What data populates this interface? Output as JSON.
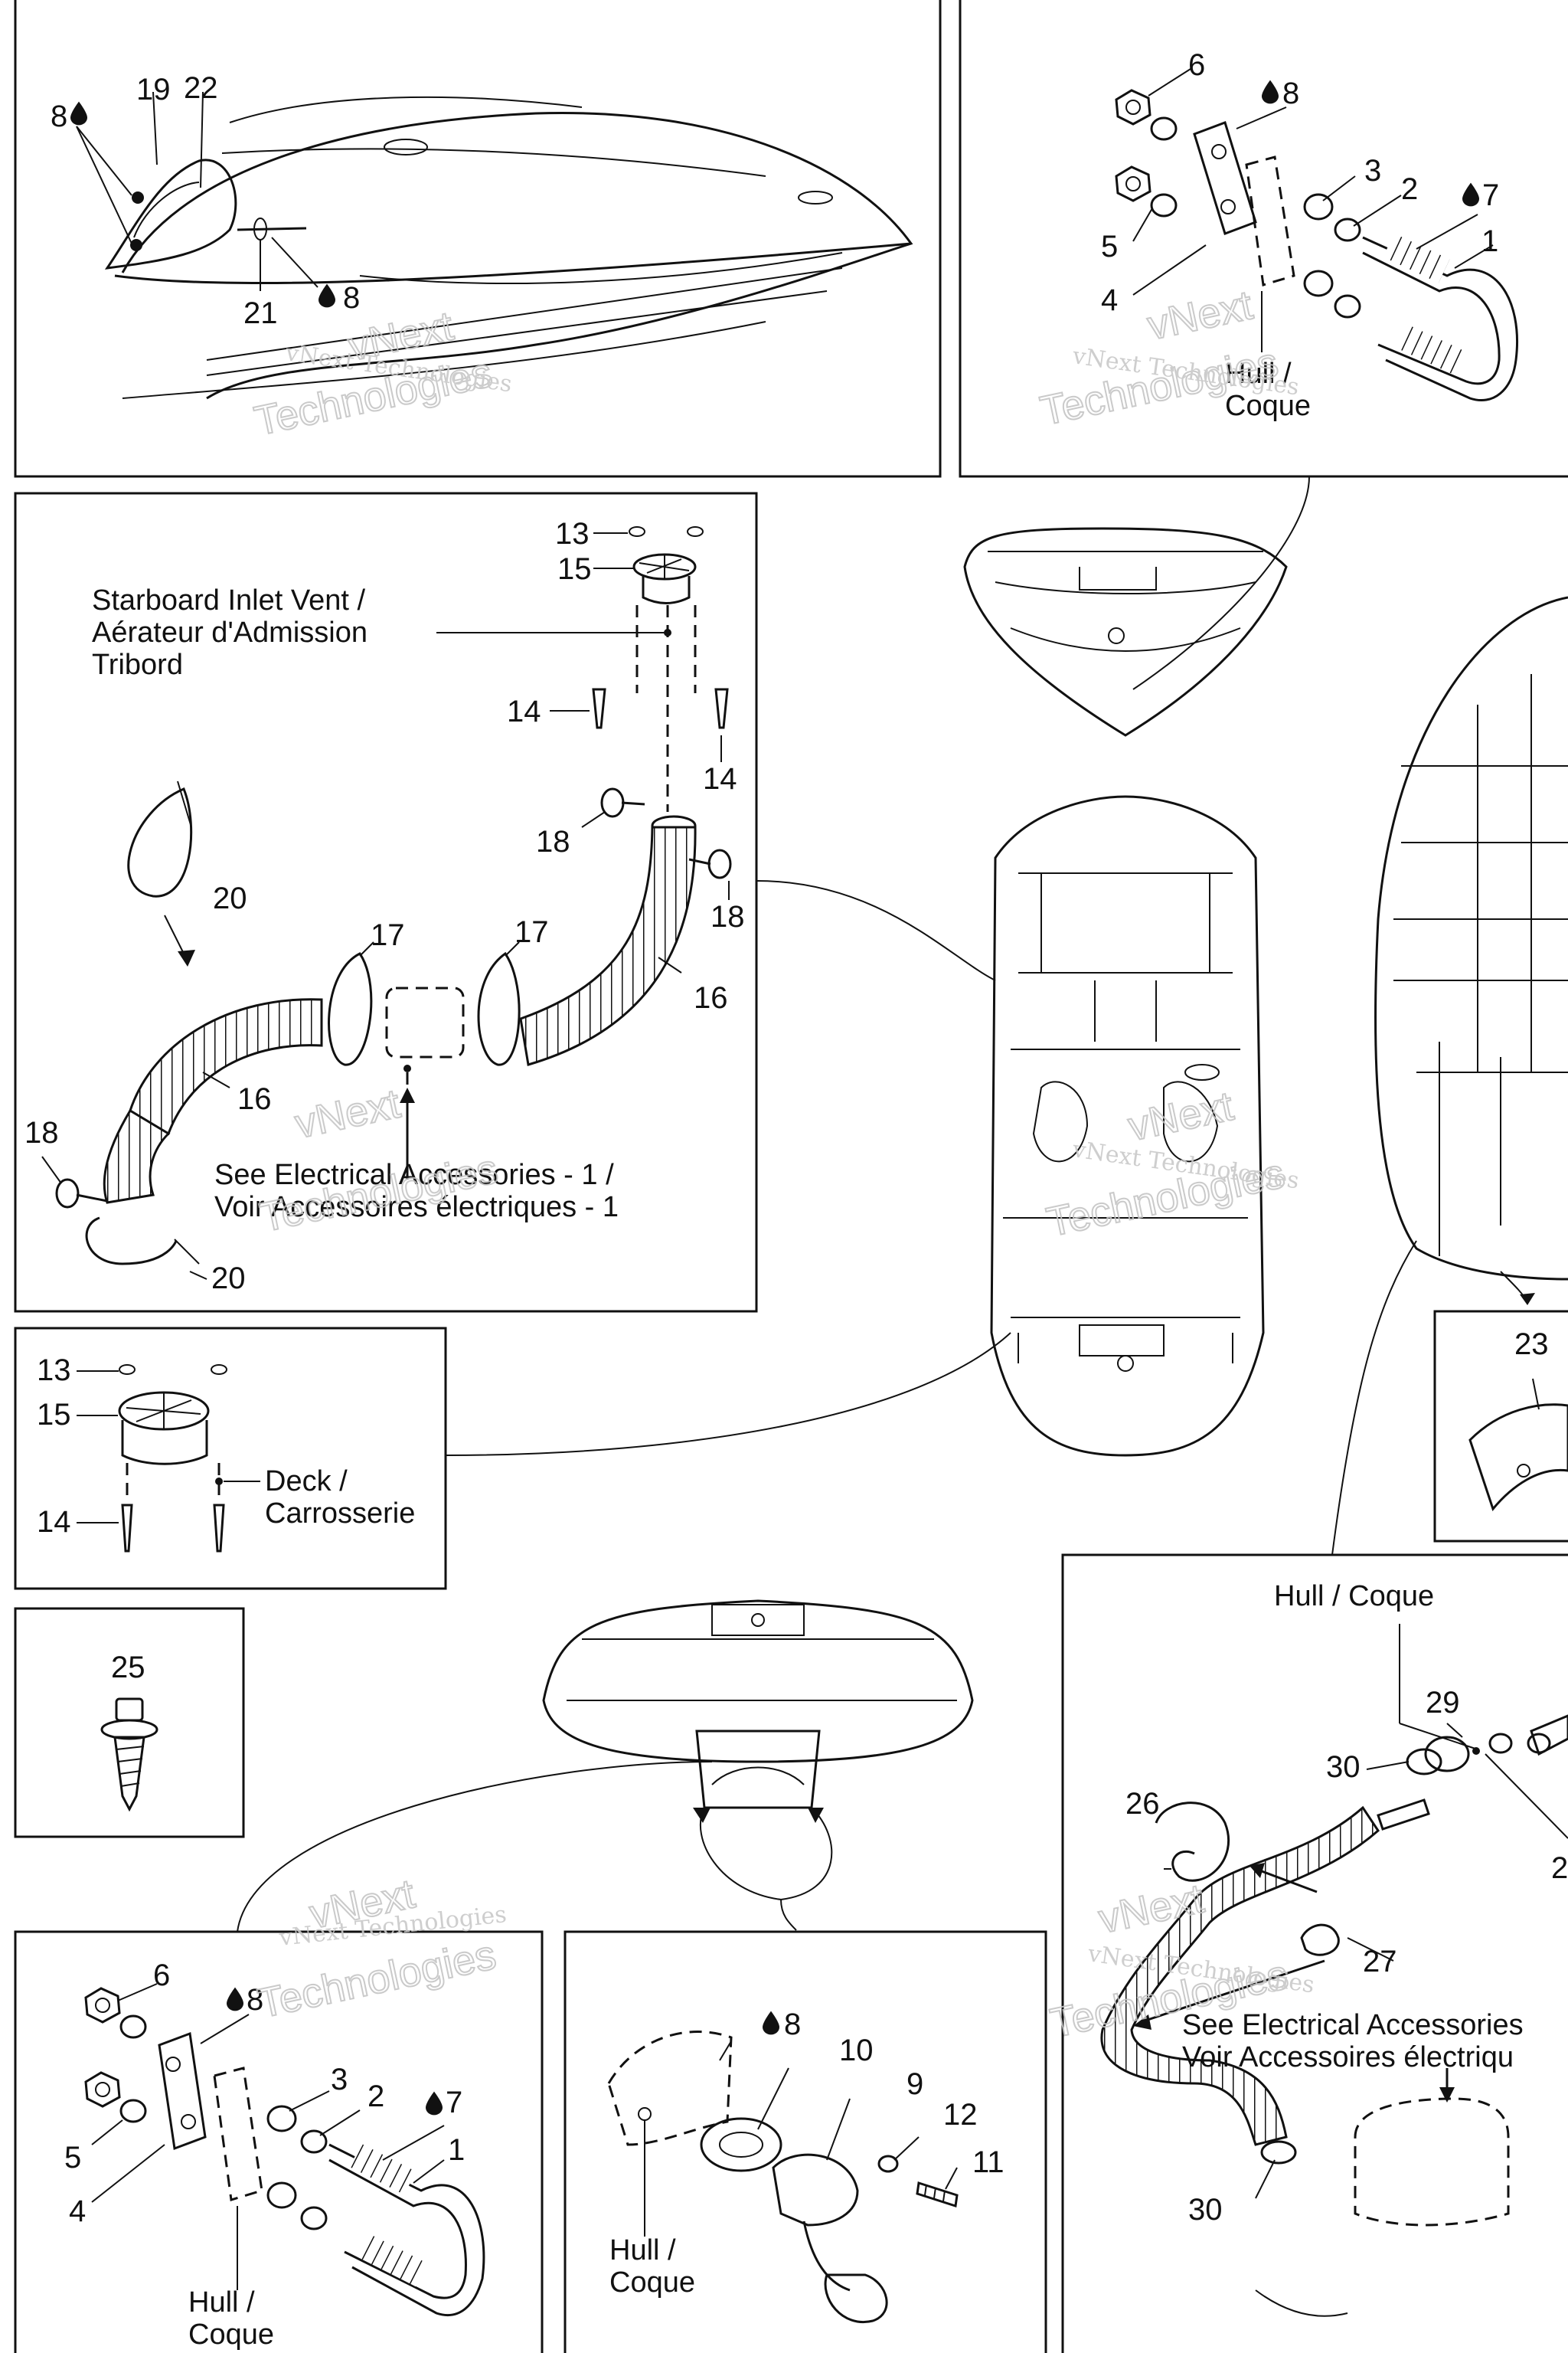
{
  "watermark": {
    "line1": "vNext",
    "line2": "Technologies",
    "small": "vNext Technologies"
  },
  "panel_bow": {
    "labels": [
      "19",
      "22",
      "8",
      "21",
      "8"
    ]
  },
  "panel_ubolt_top": {
    "labels": [
      "6",
      "8",
      "3",
      "2",
      "7",
      "5",
      "4",
      "1"
    ],
    "hull": "Hull /",
    "coque": "Coque"
  },
  "panel_vent_starboard": {
    "labels": [
      "13",
      "15",
      "14",
      "14",
      "18",
      "18",
      "20",
      "17",
      "17",
      "16",
      "16",
      "18",
      "20"
    ],
    "vent_caption": [
      "Starboard Inlet Vent /",
      "Aérateur d'Admission",
      "Tribord"
    ],
    "electrical_caption": [
      "See Electrical Accessories - 1 /",
      "Voir Accessoires électriques - 1"
    ]
  },
  "panel_vent_deck": {
    "labels": [
      "13",
      "15",
      "14"
    ],
    "deck": "Deck /",
    "carrosserie": "Carrosserie"
  },
  "panel_screw": {
    "labels": [
      "25"
    ]
  },
  "panel_clip": {
    "labels": [
      "23"
    ]
  },
  "panel_ubolt_bottom": {
    "labels": [
      "6",
      "8",
      "3",
      "2",
      "7",
      "5",
      "4",
      "1"
    ],
    "hull": "Hull /",
    "coque": "Coque"
  },
  "panel_drain": {
    "labels": [
      "8",
      "10",
      "9",
      "12",
      "11"
    ],
    "hull": "Hull /",
    "coque": "Coque"
  },
  "panel_bilge": {
    "labels": [
      "29",
      "30",
      "26",
      "27",
      "30",
      "2"
    ],
    "hull_caption": "Hull / Coque",
    "electrical_caption": [
      "See Electrical Accessories",
      "Voir Accessoires électriqu"
    ]
  },
  "icons": [
    "drop-icon"
  ]
}
